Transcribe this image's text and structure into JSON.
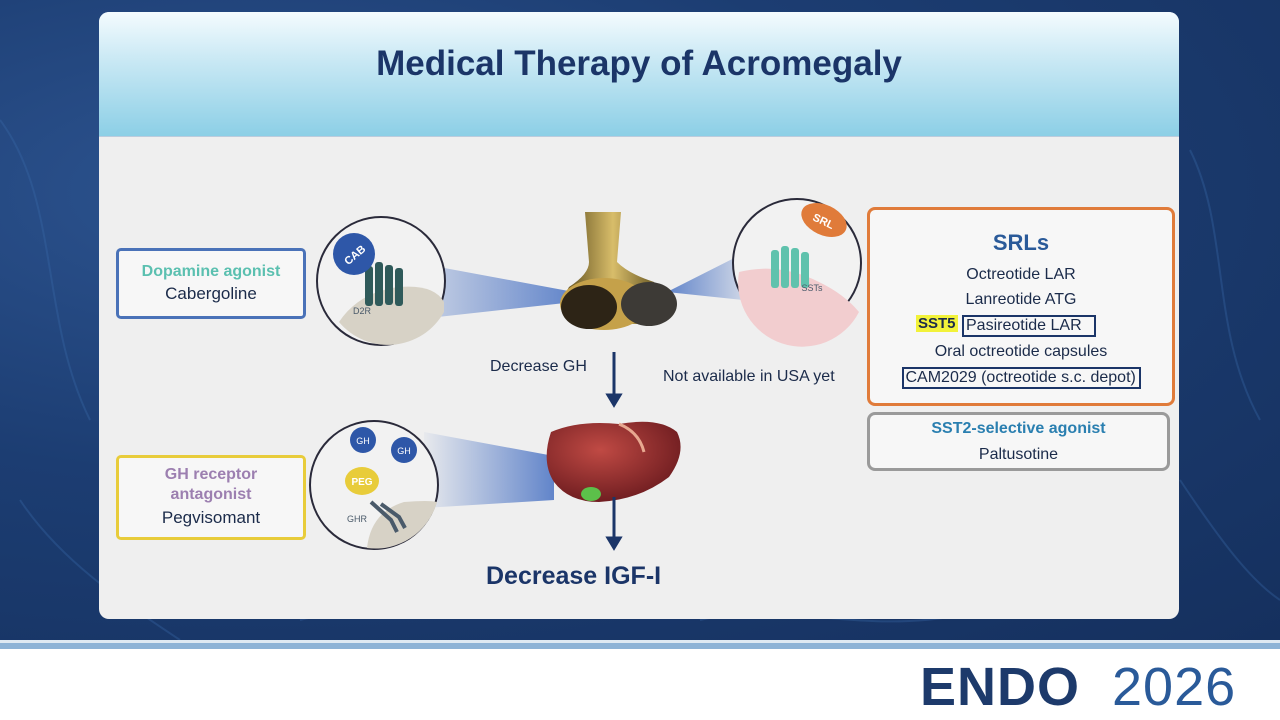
{
  "slide": {
    "title": "Medical Therapy of Acromegaly"
  },
  "left": {
    "dopamine": {
      "heading": "Dopamine agonist",
      "drug": "Cabergoline"
    },
    "cab_circle": {
      "ligand": "CAB",
      "receptor": "D2R"
    },
    "gh_antagonist": {
      "heading_line1": "GH receptor",
      "heading_line2": "antagonist",
      "drug": "Pegvisomant"
    },
    "peg_circle": {
      "gh1": "GH",
      "gh2": "GH",
      "ligand": "PEG",
      "receptor": "GHR"
    }
  },
  "center": {
    "decrease_gh": "Decrease GH",
    "decrease_igf": "Decrease IGF-I",
    "not_available": "Not available in USA yet"
  },
  "right": {
    "srl_circle": {
      "ligand": "SRL",
      "receptor": "SSTs"
    },
    "srls": {
      "heading": "SRLs",
      "items": [
        "Octreotide LAR",
        "Lanreotide ATG"
      ],
      "sst5_tag": "SST5",
      "pasireotide": "Pasireotide LAR",
      "oral": "Oral octreotide capsules",
      "cam": "CAM2029 (octreotide s.c. depot)"
    },
    "sst2": {
      "heading": "SST2-selective agonist",
      "drug": "Paltusotine"
    }
  },
  "footer": {
    "brand": "ENDO",
    "year": "2026"
  },
  "colors": {
    "navy": "#1b3568",
    "teal": "#5bc0b0",
    "orange": "#e07b3a",
    "yellow": "#e8cc3a",
    "purple": "#9c7fb0",
    "blue_box": "#4a72b8"
  }
}
